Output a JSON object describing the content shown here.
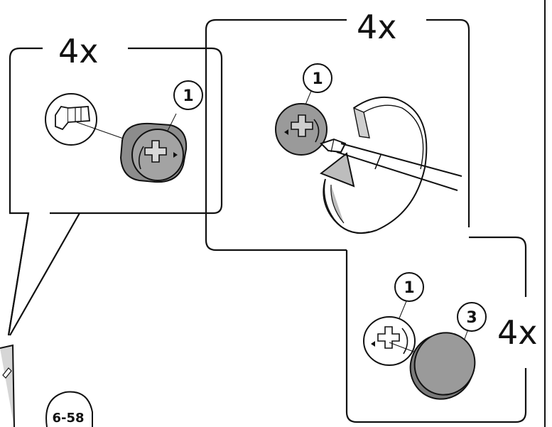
{
  "panels": {
    "cam_insert": {
      "quantity": "4x",
      "part_number": "1"
    },
    "cam_tighten": {
      "quantity": "4x",
      "part_number": "1"
    },
    "cap_cover": {
      "quantity": "4x",
      "part_numbers": [
        "1",
        "3"
      ]
    }
  },
  "step_ref": "6-58",
  "colors": {
    "line": "#111111",
    "part_fill": "#9a9a9a",
    "cap_fill": "#8f8f8f",
    "arrow_fill": "#bdbdbd"
  },
  "icons": [
    "screwdriver-icon",
    "rotation-arrow-icon",
    "pencil-icon"
  ]
}
